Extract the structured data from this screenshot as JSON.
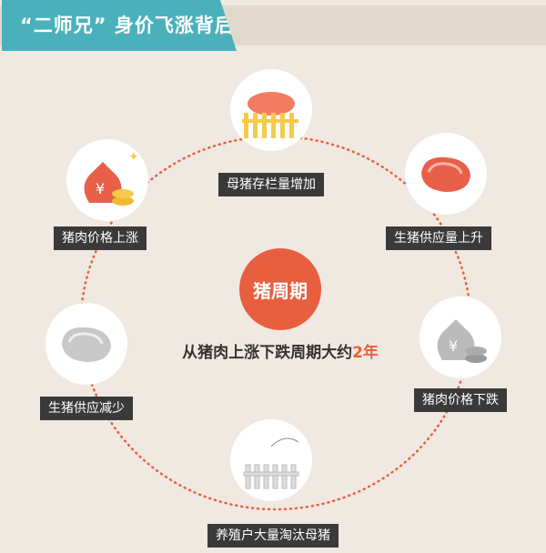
{
  "header": {
    "title": "“二师兄” 身价飞涨背后"
  },
  "center": {
    "label": "猪周期",
    "description": "从猪肉上涨下跌周期大约",
    "highlight": "2年"
  },
  "cycle": [
    {
      "label": "母猪存栏量增加",
      "icon": "pig-fence-icon"
    },
    {
      "label": "生猪供应量上升",
      "icon": "raw-meat-icon"
    },
    {
      "label": "猪肉价格下跌",
      "icon": "money-bag-gray-icon"
    },
    {
      "label": "养殖户大量淘汰母猪",
      "icon": "empty-fence-icon"
    },
    {
      "label": "生猪供应减少",
      "icon": "meat-gray-icon"
    },
    {
      "label": "猪肉价格上涨",
      "icon": "money-bag-gold-icon"
    }
  ],
  "colors": {
    "accent": "#e85f3f",
    "teal": "#4ab1bc",
    "label_bg": "#3a3a3a"
  }
}
